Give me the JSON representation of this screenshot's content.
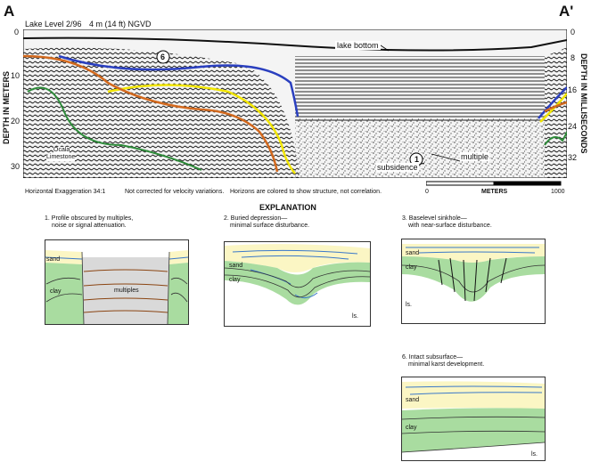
{
  "profile": {
    "label_left": "A",
    "label_right": "A'",
    "header": {
      "lake_level": "Lake Level 2/96",
      "level_value": "4 m (14 ft) NGVD"
    },
    "left_axis": {
      "title": "DEPTH IN METERS",
      "ticks": [
        "0",
        "10",
        "20",
        "30"
      ]
    },
    "right_axis": {
      "title": "DEPTH IN MILLISECONDS",
      "ticks": [
        "0",
        "8",
        "16",
        "24",
        "32"
      ]
    },
    "annotations": {
      "lake_bottom": "lake bottom",
      "ocala_1": "Ocala",
      "ocala_2": "Limestone",
      "multiple": "multiple",
      "subsidence": "subsidence",
      "marker_6": "6",
      "marker_1": "1"
    },
    "notes": {
      "exaggeration": "Horizontal Exaggeration 34:1",
      "velocity": "Not corrected for velocity variations.",
      "horizons": "Horizons are colored to show structure, not correlation."
    },
    "scale": {
      "start": "0",
      "label": "METERS",
      "end": "1000"
    }
  },
  "explanation": {
    "title": "EXPLANATION",
    "panels": [
      {
        "id": "1",
        "title_line1": "1. Profile obscured by multiples,",
        "title_line2": "noise or signal attenuation.",
        "labels": {
          "sand": "sand",
          "clay": "clay",
          "multiples": "multiples"
        }
      },
      {
        "id": "2",
        "title_line1": "2. Buried depression—",
        "title_line2": "minimal surface disturbance.",
        "labels": {
          "sand": "sand",
          "clay": "clay",
          "ls": "ls."
        }
      },
      {
        "id": "3",
        "title_line1": "3. Baselevel sinkhole—",
        "title_line2": "with near-surface disturbance.",
        "labels": {
          "sand": "sand",
          "clay": "clay",
          "ls": "ls."
        }
      },
      {
        "id": "6",
        "title_line1": "6. Intact subsurface—",
        "title_line2": "minimal karst development.",
        "labels": {
          "sand": "sand",
          "clay": "clay",
          "ls": "ls."
        }
      }
    ]
  },
  "colors": {
    "horizon_blue": "#2a3fbf",
    "horizon_yellow": "#f2e600",
    "horizon_orange": "#d2691e",
    "horizon_green": "#2e8b3a",
    "sand_fill": "#fbf6c4",
    "clay_fill": "#a9dca0",
    "multiples_fill": "#d9d9d9",
    "line_blue": "#3a78c9",
    "line_brown": "#8b4513"
  }
}
